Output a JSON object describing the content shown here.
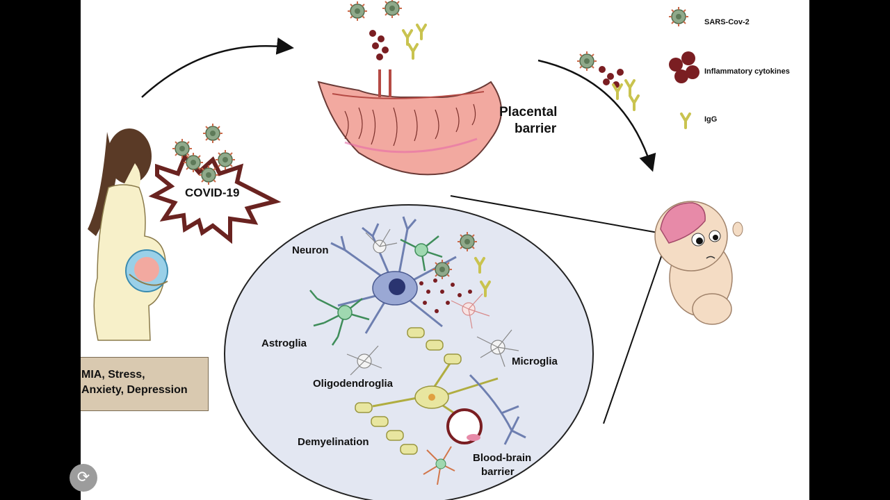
{
  "figure": {
    "legend": {
      "virus_label": "SARS-Cov-2",
      "cytokine_label": "Inflammatory cytokines",
      "igg_label": "IgG"
    },
    "labels": {
      "placental_line1": "Placental",
      "placental_line2": "barrier",
      "covid": "COVID-19",
      "mia_line1": "MIA, Stress,",
      "mia_line2": "Anxiety, Depression"
    },
    "brain_labels": {
      "neuron": "Neuron",
      "astroglia": "Astroglia",
      "oligodendroglia": "Oligodendroglia",
      "microglia": "Microglia",
      "demyelination": "Demyelination",
      "bbb_line1": "Blood-brain",
      "bbb_line2": "barrier"
    },
    "colors": {
      "virus_body": "#8fa98a",
      "virus_spike": "#c96a4a",
      "cytokine": "#7a1e22",
      "igg": "#d9d66a",
      "placenta": "#f2a9a0",
      "brain_circle": "#e3e7f2",
      "neuron": "#6e7fb0",
      "astroglia": "#3f8d5a",
      "myelin": "#e8e6a0",
      "baby_skin": "#f4dcc4",
      "baby_brain": "#e78aa8",
      "mother_skin": "#f7f0c9",
      "hair": "#5a3a26"
    }
  },
  "badge": {
    "icon": "share-icon",
    "glyph": "⟳"
  }
}
